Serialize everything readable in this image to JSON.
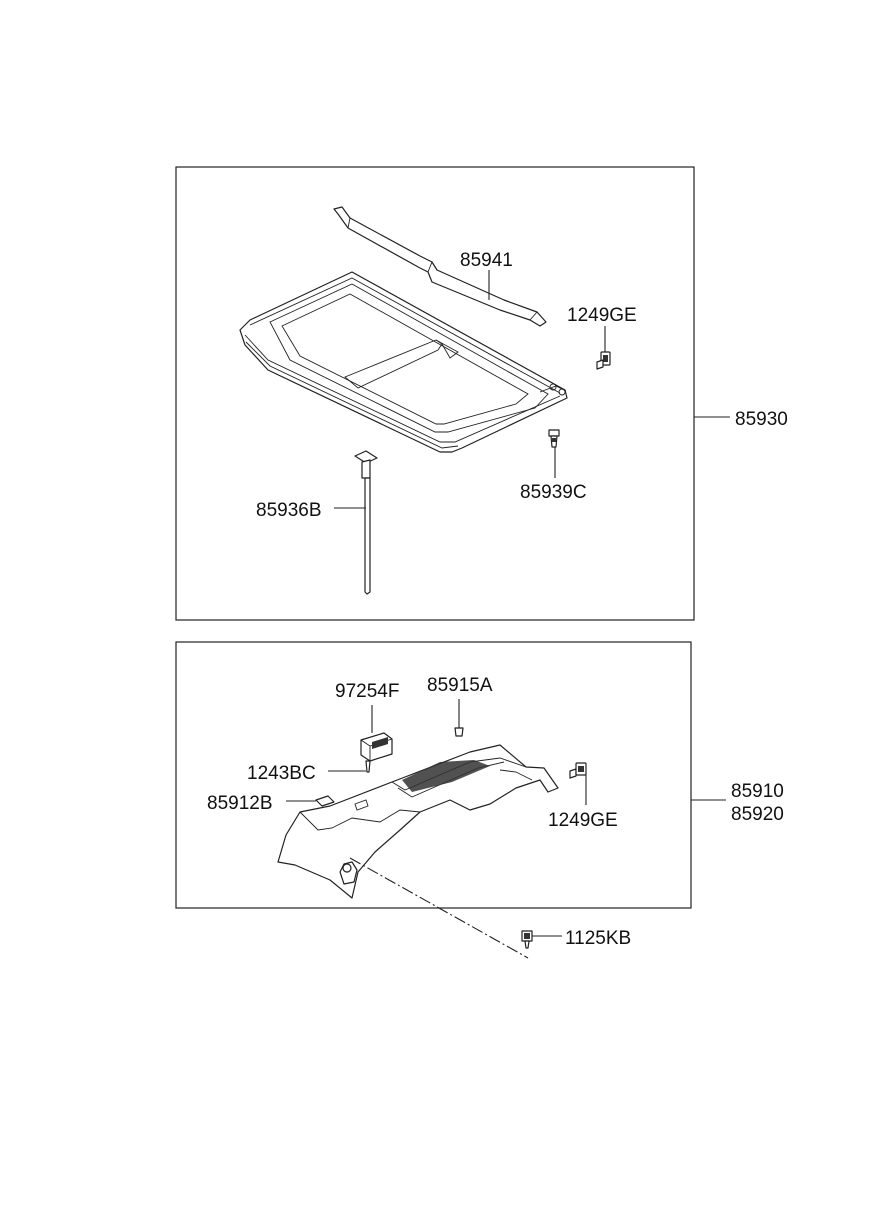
{
  "labels": {
    "p85941": "85941",
    "p1249ge_top": "1249GE",
    "p85930": "85930",
    "p85936b": "85936B",
    "p85939c": "85939C",
    "p97254f": "97254F",
    "p85915a": "85915A",
    "p1243bc": "1243BC",
    "p85912b": "85912B",
    "p1249ge_bottom": "1249GE",
    "p85910": "85910",
    "p85920": "85920",
    "p1125kb": "1125KB"
  },
  "colors": {
    "line": "#222222",
    "background": "#ffffff"
  }
}
